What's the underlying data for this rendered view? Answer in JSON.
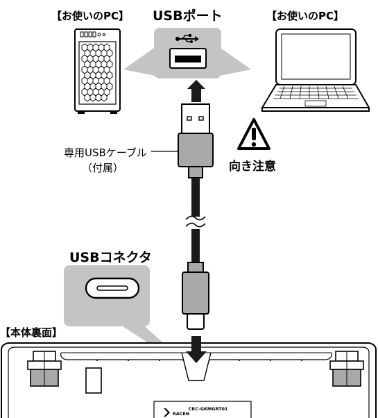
{
  "labels": {
    "pc_left": "【お使いのPC】",
    "usb_port": "USBポート",
    "pc_right": "【お使いのPC】",
    "cable": "専用USBケーブル",
    "cable_sub": "（付属）",
    "caution": "向き注意",
    "usb_connector": "USBコネクタ",
    "body_back": "【本体裏面】",
    "model": "CRC-GKMGRT01",
    "brand": "RACEN"
  },
  "icons": {
    "usb_symbol": "usb-icon",
    "warning": "warning-triangle-icon",
    "down_arrow": "down-arrow-icon",
    "up_arrow": "up-arrow-icon"
  },
  "colors": {
    "callout_gray": "#c4c4c4",
    "arrow_dark": "#1a1a1a",
    "line": "#000000"
  }
}
